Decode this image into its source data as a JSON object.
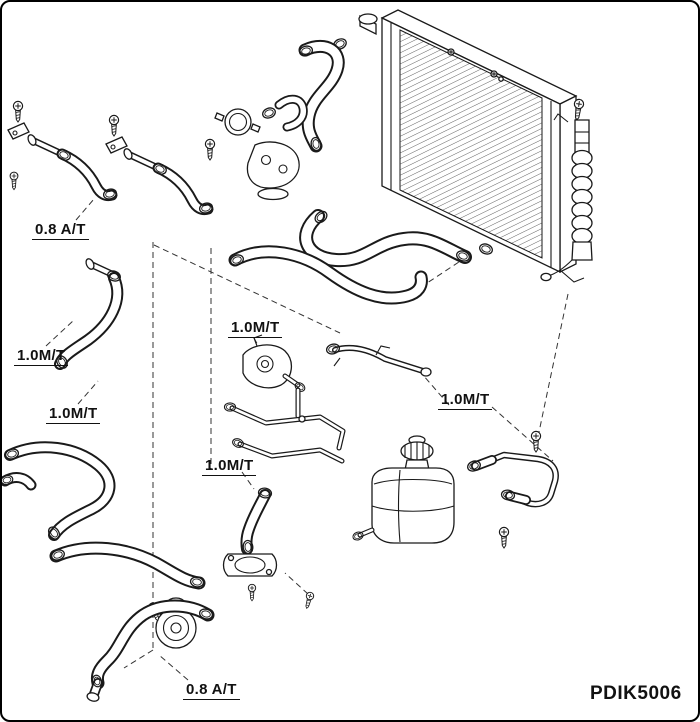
{
  "diagram": {
    "code": "PDIK5006",
    "labels": [
      {
        "text": "0.8 A/T"
      },
      {
        "text": "1.0M/T"
      },
      {
        "text": "1.0M/T"
      },
      {
        "text": "1.0M/T"
      },
      {
        "text": "1.0M/T"
      },
      {
        "text": "1.0M/T"
      },
      {
        "text": "0.8 A/T"
      }
    ],
    "colors": {
      "line": "#1a1a1a",
      "background": "#ffffff",
      "leader": "#333333"
    }
  }
}
